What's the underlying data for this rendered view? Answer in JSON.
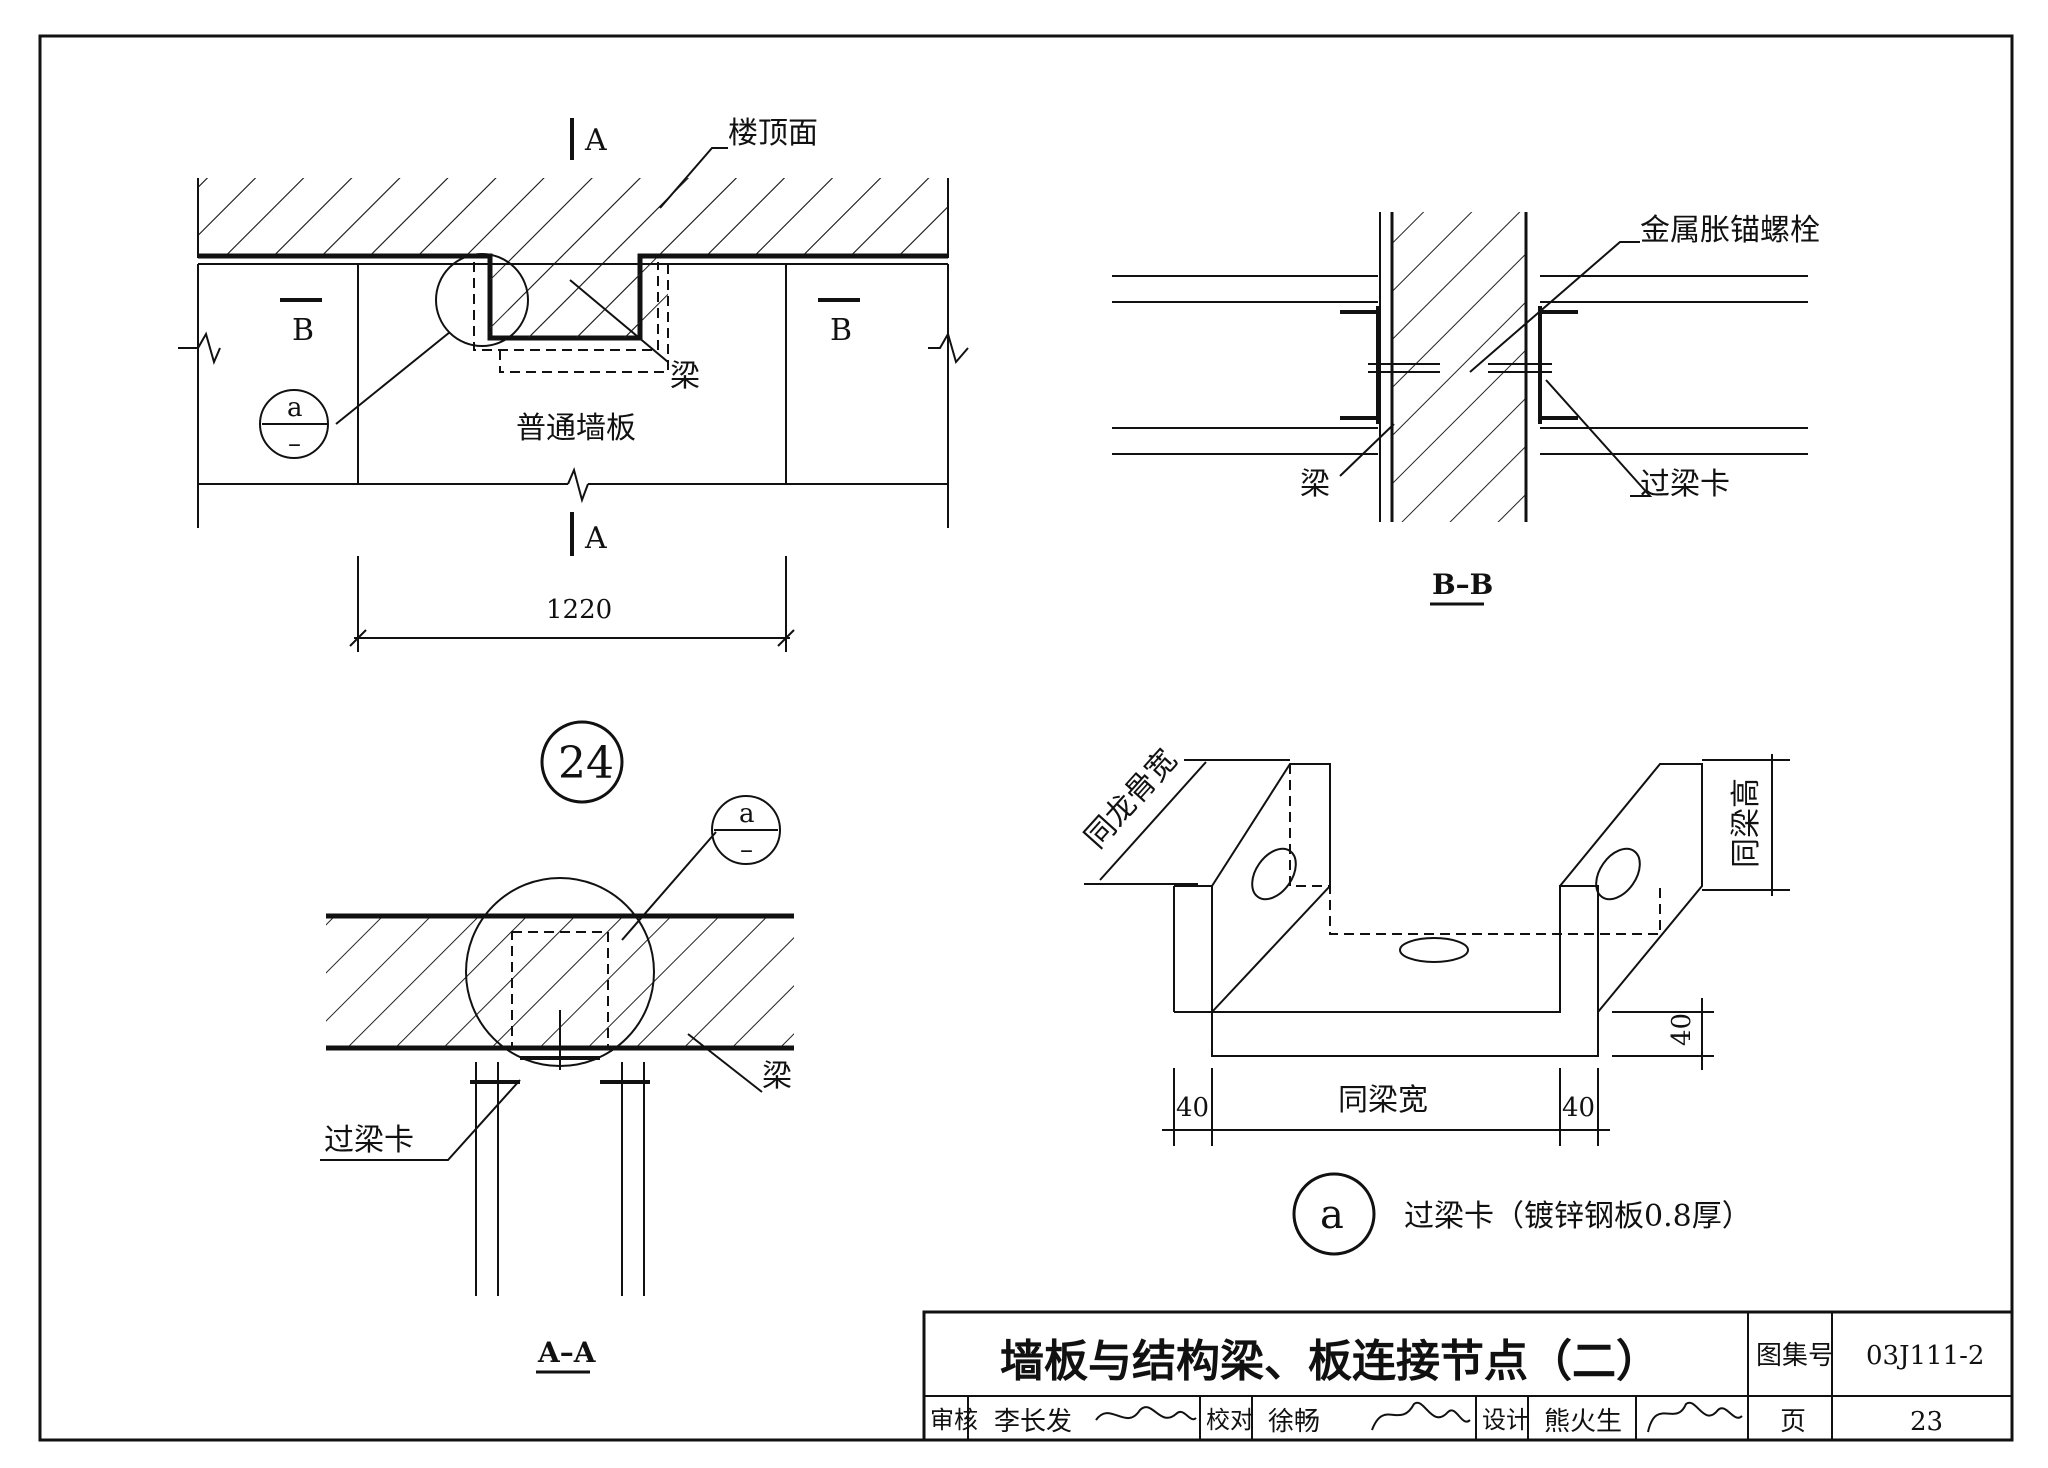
{
  "drawing": {
    "detail_number": "24",
    "top_left": {
      "section_mark_a_top": "A",
      "section_mark_a_bottom": "A",
      "section_mark_b_left": "B",
      "section_mark_b_right": "B",
      "roof_label": "楼顶面",
      "beam_label": "梁",
      "wall_label": "普通墙板",
      "detail_ref_top": "a",
      "detail_ref_bottom": "–",
      "dimension": "1220"
    },
    "top_right": {
      "anchor_label": "金属胀锚螺栓",
      "beam_label": "梁",
      "clip_label": "过梁卡",
      "section_title": "B–B"
    },
    "bottom_left": {
      "detail_ref_top": "a",
      "detail_ref_bottom": "–",
      "beam_label": "梁",
      "clip_label": "过梁卡",
      "section_title": "A–A"
    },
    "bottom_right": {
      "keel_width_label": "同龙骨宽",
      "beam_height_label": "同梁高",
      "beam_width_label": "同梁宽",
      "dim_left": "40",
      "dim_right": "40",
      "dim_flange": "40",
      "detail_circle": "a",
      "caption": "过梁卡（镀锌钢板0.8厚）"
    }
  },
  "title_block": {
    "title": "墙板与结构梁、板连接节点（二）",
    "atlas_label": "图集号",
    "atlas_number": "03J111-2",
    "review_label": "审核",
    "review_name": "李长发",
    "check_label": "校对",
    "check_name": "徐畅",
    "design_label": "设计",
    "design_name": "熊火生",
    "page_label": "页",
    "page_number": "23"
  }
}
